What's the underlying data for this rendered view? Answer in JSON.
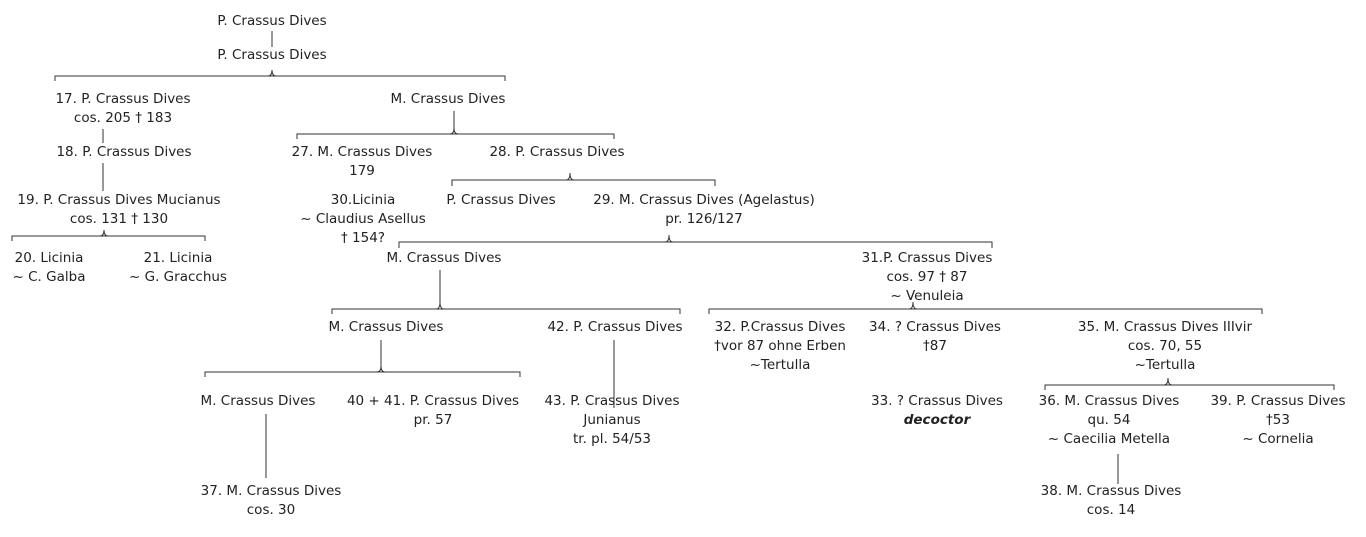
{
  "nodes": {
    "n_top": [
      "P. Crassus Dives"
    ],
    "n_p2": [
      "P. Crassus Dives"
    ],
    "n17": [
      "17. P. Crassus Dives",
      "cos. 205 † 183"
    ],
    "n_mcd1": [
      "M. Crassus Dives"
    ],
    "n18": [
      "18. P. Crassus Dives"
    ],
    "n27": [
      "27. M. Crassus Dives",
      "179"
    ],
    "n28": [
      "28. P. Crassus Dives"
    ],
    "n19": [
      "19. P. Crassus Dives Mucianus",
      "cos. 131 † 130"
    ],
    "n30": [
      "30.Licinia",
      "~ Claudius Asellus",
      "† 154?"
    ],
    "n_pcd": [
      "P. Crassus Dives"
    ],
    "n29": [
      "29. M. Crassus Dives (Agelastus)",
      "pr. 126/127"
    ],
    "n20": [
      "20. Licinia",
      "~ C. Galba"
    ],
    "n21": [
      "21. Licinia",
      "~ G. Gracchus"
    ],
    "n_mcd2": [
      "M. Crassus Dives"
    ],
    "n31": [
      "31.P. Crassus Dives",
      "cos. 97 † 87",
      "~ Venuleia"
    ],
    "n_mcd3": [
      "M. Crassus Dives"
    ],
    "n42": [
      "42. P. Crassus Dives"
    ],
    "n32": [
      "32. P.Crassus Dives",
      "†vor 87 ohne Erben",
      "~Tertulla"
    ],
    "n34": [
      "34. ? Crassus Dives",
      "†87"
    ],
    "n35": [
      "35. M. Crassus Dives IIIvir",
      "cos. 70, 55",
      "~Tertulla"
    ],
    "n_mcd4": [
      "M. Crassus Dives"
    ],
    "n40": [
      "40 + 41. P. Crassus Dives",
      "pr. 57"
    ],
    "n43": [
      "43. P. Crassus Dives",
      "Junianus",
      "tr. pl. 54/53"
    ],
    "n33": [
      "33. ?  Crassus Dives",
      "decoctor"
    ],
    "n36": [
      "36. M. Crassus Dives",
      "qu. 54",
      "~ Caecilia Metella"
    ],
    "n39": [
      "39. P. Crassus Dives",
      "†53",
      "~ Cornelia"
    ],
    "n37": [
      "37. M. Crassus Dives",
      "cos. 30"
    ],
    "n38": [
      "38. M. Crassus Dives",
      "cos. 14"
    ]
  }
}
